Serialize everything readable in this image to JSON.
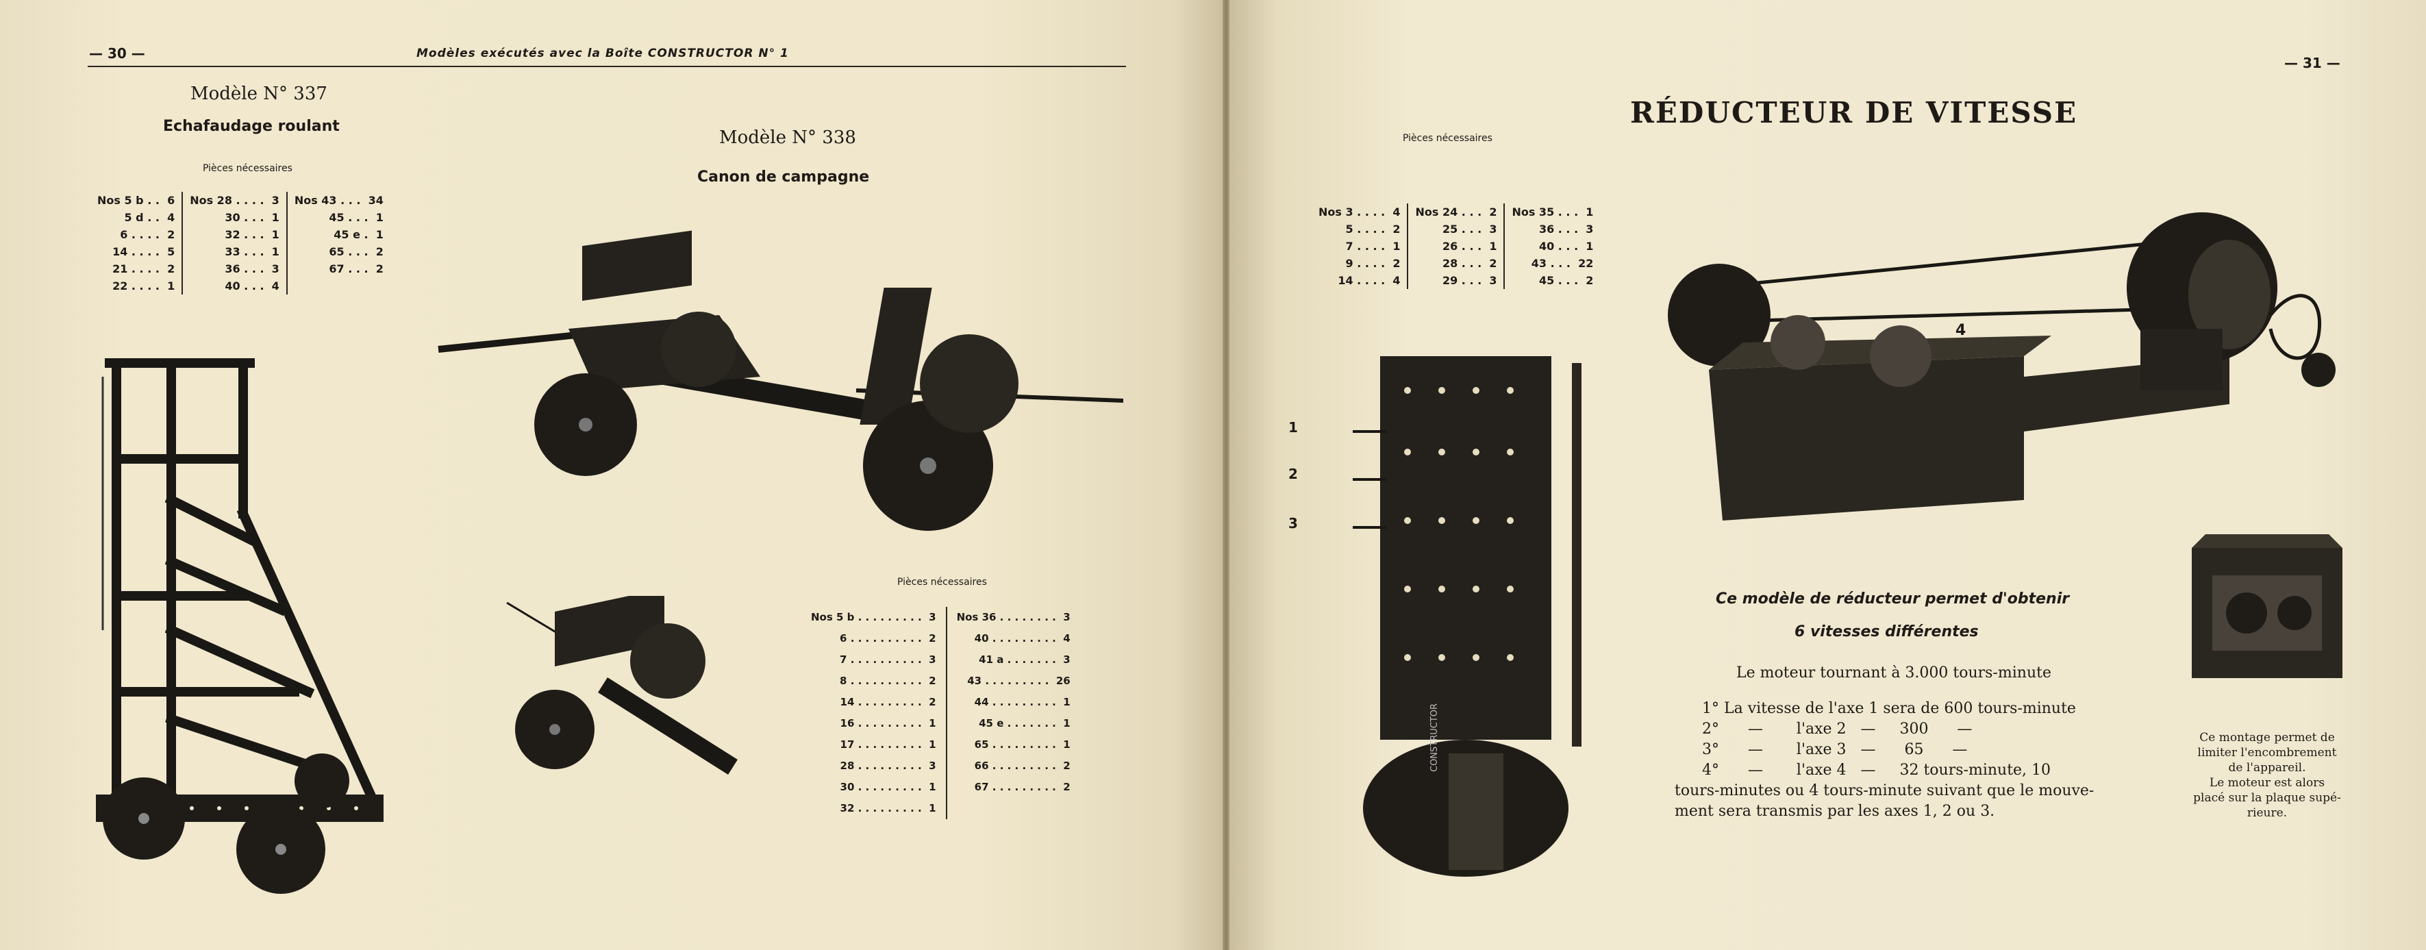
{
  "left_page": {
    "page_number": "— 30 —",
    "running_head": "Modèles exécutés avec la Boîte CONSTRUCTOR N° 1",
    "model_337": {
      "title": "Modèle N° 337",
      "subtitle": "Echafaudage roulant",
      "parts_heading": "Pièces nécessaires",
      "parts": [
        [
          "Nos 5 b . .  6",
          "5 d . .  4",
          "6 . . . .  2",
          "14 . . . .  5",
          "21 . . . .  2",
          "22 . . . .  1"
        ],
        [
          "Nos 28 . . . .  3",
          "30 . . .  1",
          "32 . . .  1",
          "33 . . .  1",
          "36 . . .  3",
          "40 . . .  4"
        ],
        [
          "Nos 43 . . .  34",
          "45 . . .  1",
          "45 e .  1",
          "65 . . .  2",
          "67 . . .  2"
        ]
      ]
    },
    "model_338": {
      "title": "Modèle N° 338",
      "subtitle": "Canon de campagne",
      "parts_heading": "Pièces nécessaires",
      "parts": [
        [
          "Nos 5 b . . . . . . . . .  3",
          "6 . . . . . . . . . .  2",
          "7 . . . . . . . . . .  3",
          "8 . . . . . . . . . .  2",
          "14 . . . . . . . . .  2",
          "16 . . . . . . . . .  1",
          "17 . . . . . . . . .  1",
          "28 . . . . . . . . .  3",
          "30 . . . . . . . . .  1",
          "32 . . . . . . . . .  1"
        ],
        [
          "Nos 36 . . . . . . . .  3",
          "40 . . . . . . . . .  4",
          "41 a . . . . . . .  3",
          "43 . . . . . . . . .  26",
          "44 . . . . . . . . .  1",
          "45 e . . . . . . .  1",
          "65 . . . . . . . . .  1",
          "66 . . . . . . . . .  2",
          "67 . . . . . . . . .  2"
        ]
      ]
    }
  },
  "right_page": {
    "page_number": "— 31 —",
    "title": "RÉDUCTEUR DE VITESSE",
    "parts_heading": "Pièces nécessaires",
    "parts": [
      [
        "Nos 3 . . . .  4",
        "5 . . . .  2",
        "7 . . . .  1",
        "9 . . . .  2",
        "14 . . . .  4"
      ],
      [
        "Nos 24 . . .  2",
        "25 . . .  3",
        "26 . . .  1",
        "28 . . .  2",
        "29 . . .  3"
      ],
      [
        "Nos 35 . . .  1",
        "36 . . .  3",
        "40 . . .  1",
        "43 . . .  22",
        "45 . . .  2"
      ]
    ],
    "figure_labels": [
      "1",
      "2",
      "3",
      "4"
    ],
    "description_line1": "Ce modèle de réducteur permet d'obtenir",
    "description_line2": "6 vitesses différentes",
    "motor_line": "Le moteur tournant à 3.000 tours-minute",
    "speeds": [
      "1° La vitesse de l'axe 1 sera de 600 tours-minute",
      "2°      —       l'axe 2   —     300      —",
      "3°      —       l'axe 3   —      65      —",
      "4°      —       l'axe 4   —     32 tours-minute, 10"
    ],
    "speeds_cont": [
      "tours-minutes ou 4 tours-minute suivant que le mouve-",
      "ment sera transmis par les axes 1, 2 ou 3."
    ],
    "caption": [
      "Ce montage permet de",
      "limiter l'encombrement",
      "de l'appareil.",
      "Le moteur est alors",
      "placé sur la plaque supé-",
      "rieure."
    ],
    "motor_plate": "CONSTRUCTOR"
  }
}
